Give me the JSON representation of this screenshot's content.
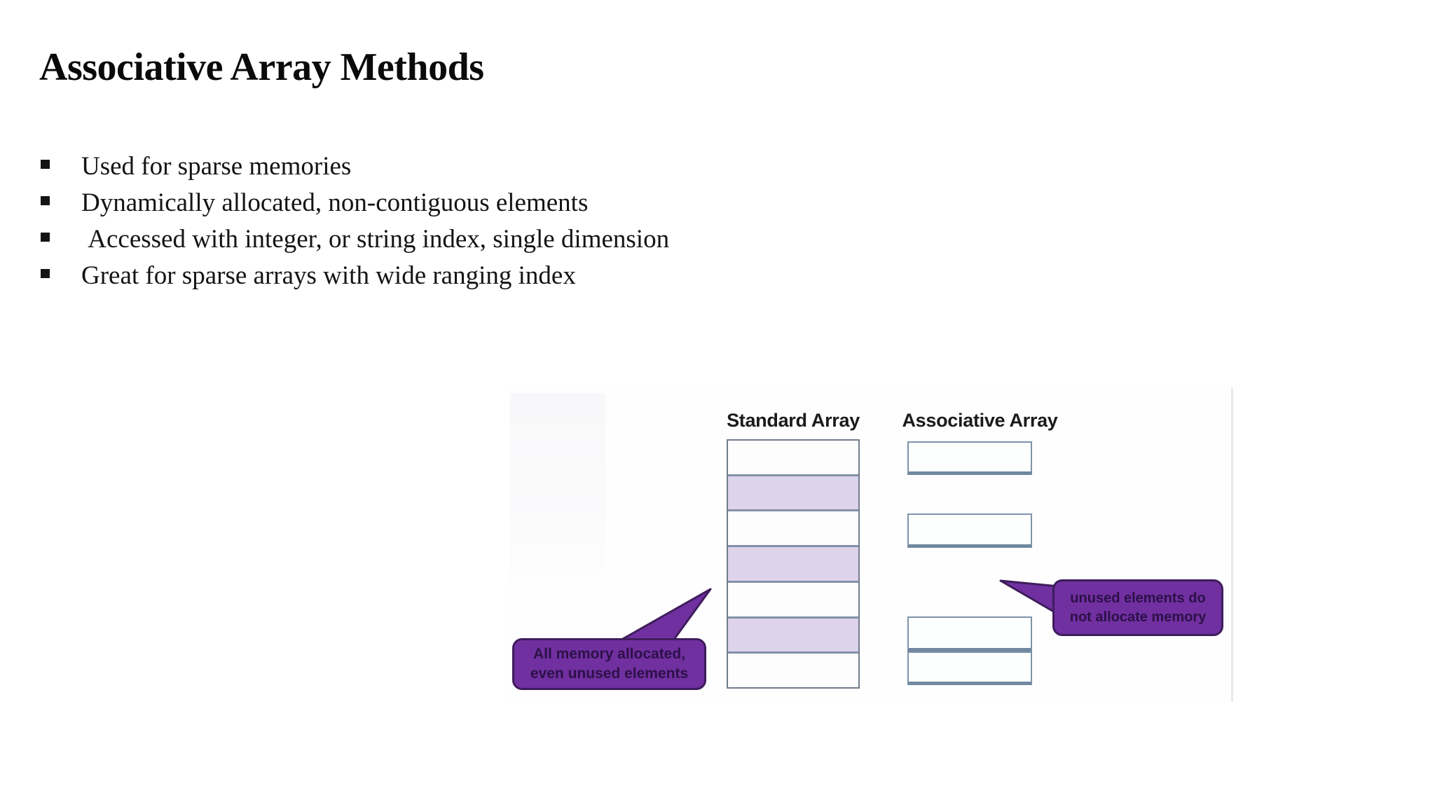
{
  "slide": {
    "title": "Associative Array Methods",
    "bullets": [
      "Used for sparse memories",
      "Dynamically allocated, non-contiguous elements",
      " Accessed with integer, or string index, single dimension",
      "Great for sparse arrays with wide ranging index"
    ]
  },
  "diagram": {
    "standard_array": {
      "label": "Standard Array",
      "cells": [
        "white",
        "lavender",
        "white",
        "lavender",
        "white",
        "lavender",
        "white"
      ]
    },
    "associative_array": {
      "label": "Associative Array",
      "boxes": [
        {
          "row": 1
        },
        {
          "row": 3
        },
        {
          "row": 6
        },
        {
          "row": 7
        }
      ]
    },
    "callouts": {
      "left": {
        "text": "All memory allocated,\neven unused elements",
        "points_to": "standard-array-unused-cell"
      },
      "right": {
        "text": "unused elements do\nnot allocate memory",
        "points_to": "associative-array-gap"
      }
    },
    "colors": {
      "callout_fill": "#7030a0",
      "callout_border": "#3f1d5c",
      "callout_text": "#2d1048",
      "cell_lavender": "#ddd3ea",
      "cell_separator": "#8291a9",
      "box_border": "#7e93a8",
      "region_edge": "#e9e9e9"
    }
  }
}
